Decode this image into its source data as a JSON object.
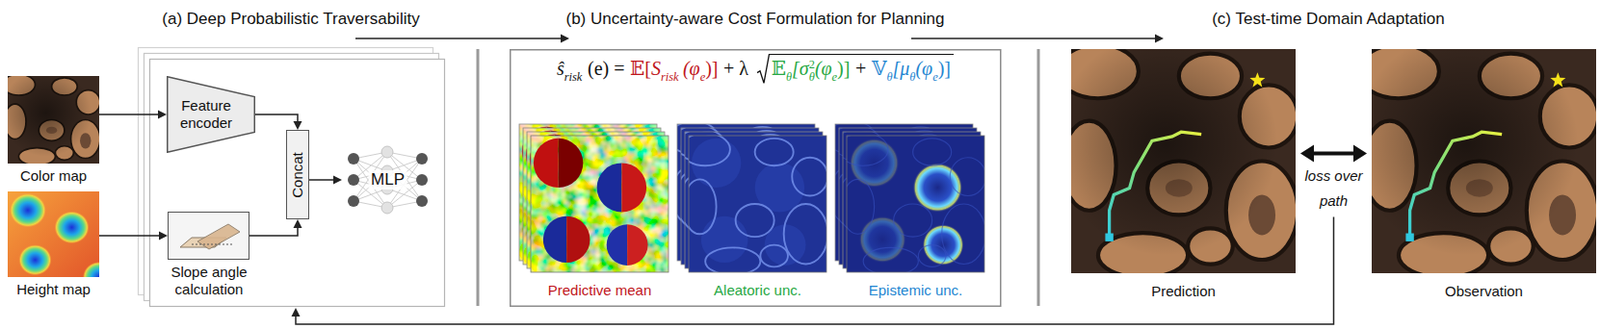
{
  "diagram": {
    "nodes": [
      {
        "text": [
          "Color map"
        ]
      },
      {
        "text": [
          "Height map"
        ]
      },
      {
        "text": [
          "(a) Deep Probabilistic Traversability"
        ]
      },
      {
        "text": [
          "Feature encoder"
        ],
        "in": 2
      },
      {
        "text": [
          "Slope angle calculation"
        ],
        "in": 2
      },
      {
        "text": [
          "Concat"
        ],
        "in": 2
      },
      {
        "text": [
          "MLP"
        ],
        "in": 2
      },
      {
        "text": [
          "(b) Uncertainty-aware Cost Formulation for Planning"
        ]
      },
      {
        "text": [
          "Predictive mean"
        ],
        "in": 7
      },
      {
        "text": [
          "Aleatoric unc."
        ],
        "in": 7
      },
      {
        "text": [
          "Epistemic unc."
        ],
        "in": 7
      },
      {
        "text": [
          "Prediction"
        ]
      },
      {
        "text": [
          "Observation"
        ]
      }
    ],
    "edges": [
      {
        "from": 0,
        "to": 3,
        "arrow": "to"
      },
      {
        "from": 1,
        "to": 4,
        "arrow": "to"
      },
      {
        "from": 3,
        "to": 5,
        "arrow": "to"
      },
      {
        "from": 4,
        "to": 5,
        "arrow": "to"
      },
      {
        "from": 5,
        "to": 6,
        "arrow": "to"
      },
      {
        "from": 2,
        "to": 7,
        "arrow": "to"
      },
      {
        "from": 11,
        "to": 12,
        "arrow": "both",
        "label": "loss over path"
      }
    ],
    "labels": [
      "(c) Test-time Domain Adaptation",
      "ŝ",
      "risk",
      "(e) =",
      "𝔼[",
      "S",
      "risk",
      "(φ",
      "e",
      ")]",
      "+ λ",
      "𝔼",
      "θ",
      "[σ",
      "2",
      "θ",
      "(φ",
      "e",
      ")]",
      "+",
      "𝕍",
      "θ",
      "[μ",
      "θ",
      "(φ",
      "e",
      ")]"
    ]
  }
}
